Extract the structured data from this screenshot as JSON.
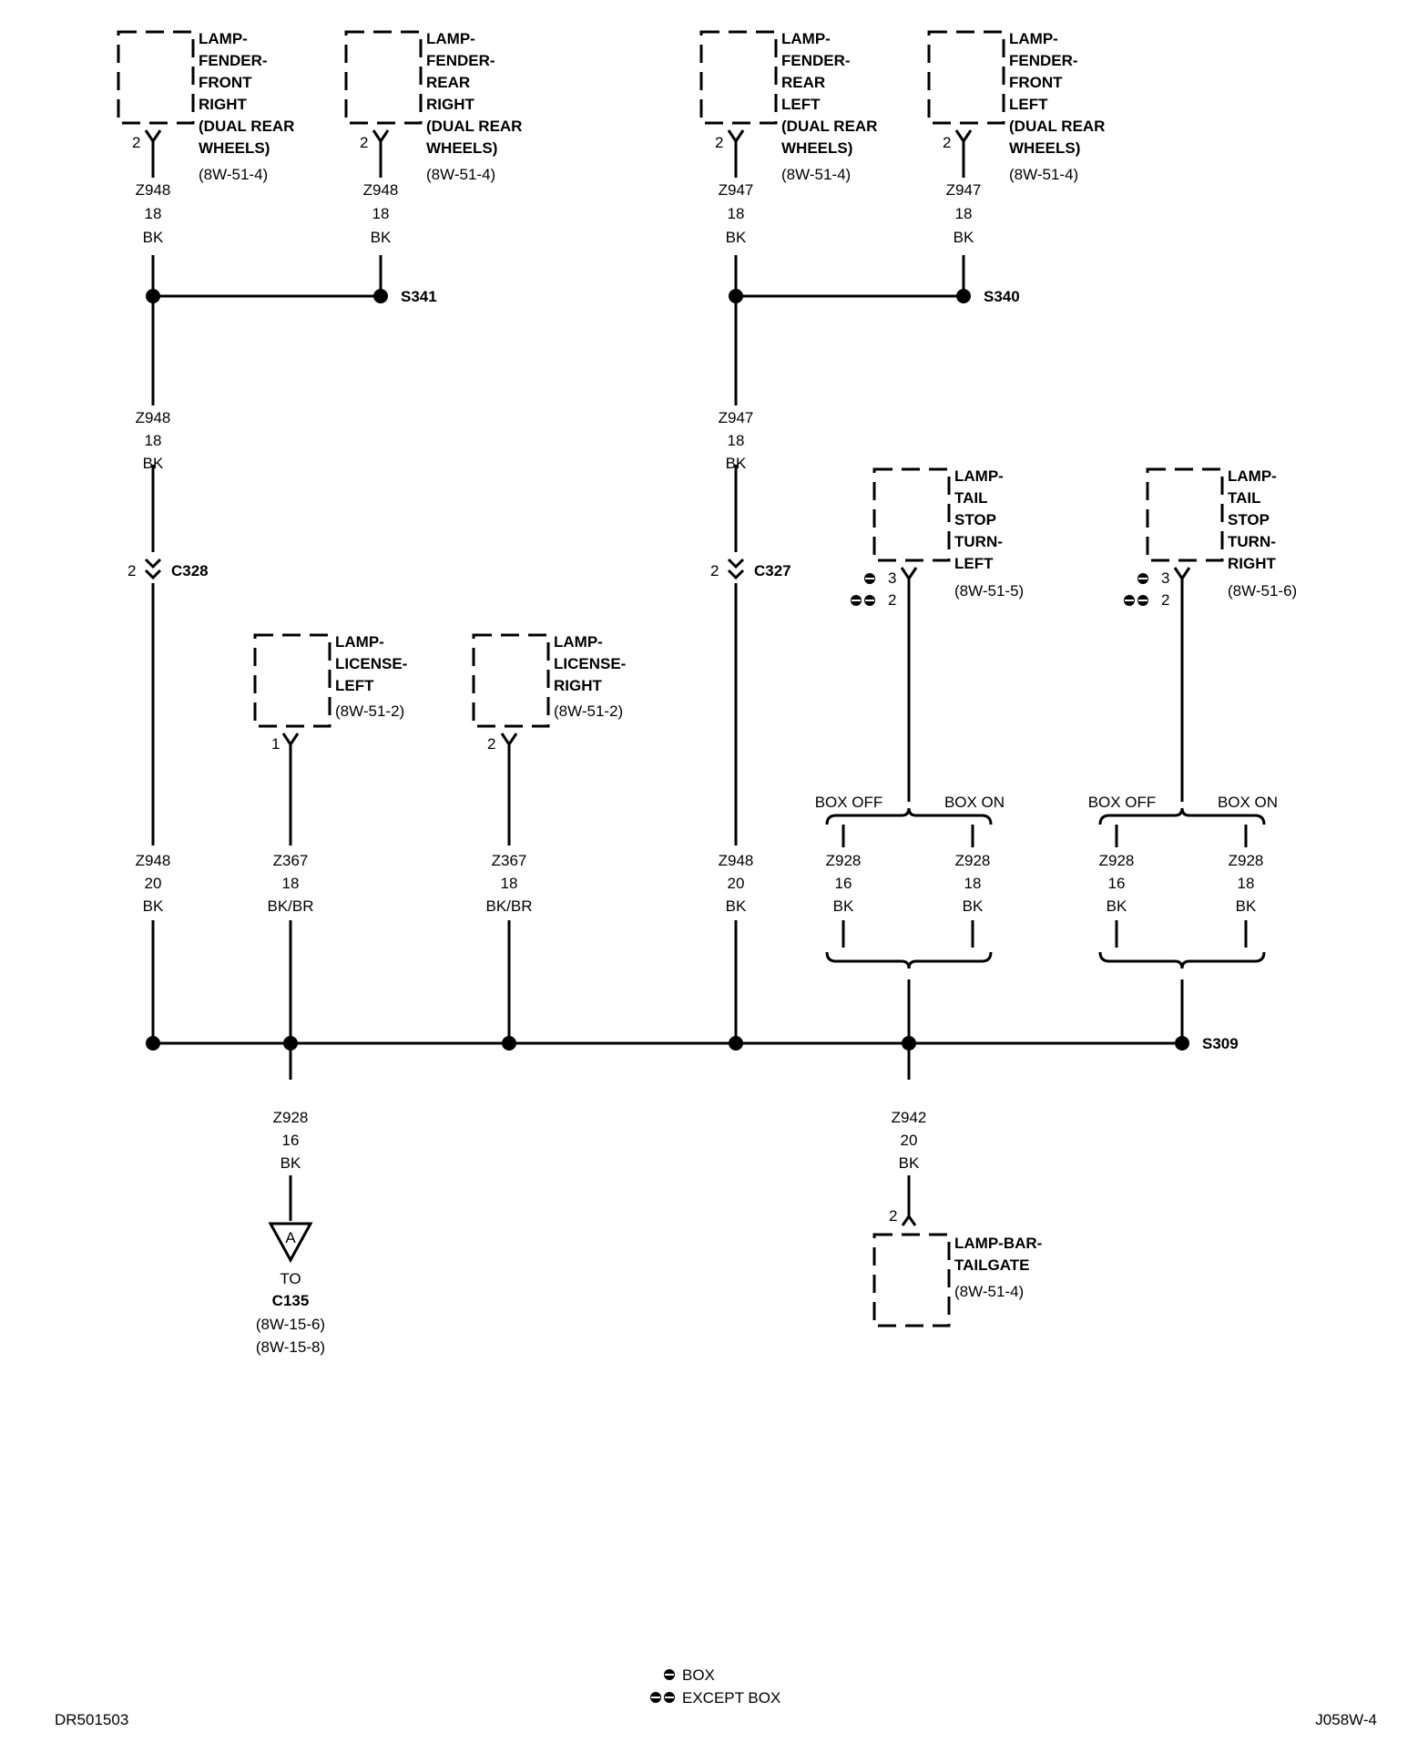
{
  "components": {
    "fender_front_right": [
      "LAMP-",
      "FENDER-",
      "FRONT",
      "RIGHT",
      "(DUAL REAR",
      "WHEELS)",
      "(8W-51-4)"
    ],
    "fender_rear_right": [
      "LAMP-",
      "FENDER-",
      "REAR",
      "RIGHT",
      "(DUAL REAR",
      "WHEELS)",
      "(8W-51-4)"
    ],
    "fender_rear_left": [
      "LAMP-",
      "FENDER-",
      "REAR",
      "LEFT",
      "(DUAL REAR",
      "WHEELS)",
      "(8W-51-4)"
    ],
    "fender_front_left": [
      "LAMP-",
      "FENDER-",
      "FRONT",
      "LEFT",
      "(DUAL REAR",
      "WHEELS)",
      "(8W-51-4)"
    ],
    "tail_left": [
      "LAMP-",
      "TAIL",
      "STOP",
      "TURN-",
      "LEFT",
      "(8W-51-5)"
    ],
    "tail_right": [
      "LAMP-",
      "TAIL",
      "STOP",
      "TURN-",
      "RIGHT",
      "(8W-51-6)"
    ],
    "license_left": [
      "LAMP-",
      "LICENSE-",
      "LEFT",
      "(8W-51-2)"
    ],
    "license_right": [
      "LAMP-",
      "LICENSE-",
      "RIGHT",
      "(8W-51-2)"
    ],
    "bar_tailgate": [
      "LAMP-BAR-",
      "TAILGATE",
      "(8W-51-4)"
    ]
  },
  "pins": {
    "fender_front_right": "2",
    "fender_rear_right": "2",
    "fender_rear_left": "2",
    "fender_front_left": "2",
    "license_left": "1",
    "license_right": "2",
    "tail_left_box": "3",
    "tail_left_except": "2",
    "tail_right_box": "3",
    "tail_right_except": "2",
    "bar_tailgate": "2",
    "c328": "2",
    "c327": "2"
  },
  "wires": {
    "w1": [
      "Z948",
      "18",
      "BK"
    ],
    "w2": [
      "Z948",
      "18",
      "BK"
    ],
    "w3": [
      "Z947",
      "18",
      "BK"
    ],
    "w4": [
      "Z947",
      "18",
      "BK"
    ],
    "w5": [
      "Z948",
      "18",
      "BK"
    ],
    "w6": [
      "Z947",
      "18",
      "BK"
    ],
    "w7": [
      "Z948",
      "20",
      "BK"
    ],
    "w8": [
      "Z367",
      "18",
      "BK/BR"
    ],
    "w9": [
      "Z367",
      "18",
      "BK/BR"
    ],
    "w10": [
      "Z948",
      "20",
      "BK"
    ],
    "w11": [
      "Z928",
      "16",
      "BK"
    ],
    "w12": [
      "Z928",
      "18",
      "BK"
    ],
    "w13": [
      "Z928",
      "16",
      "BK"
    ],
    "w14": [
      "Z928",
      "18",
      "BK"
    ],
    "w15": [
      "Z928",
      "16",
      "BK"
    ],
    "w16": [
      "Z942",
      "20",
      "BK"
    ]
  },
  "splices": {
    "s341": "S341",
    "s340": "S340",
    "s309": "S309"
  },
  "connectors": {
    "c328": "C328",
    "c327": "C327"
  },
  "options": {
    "box_off": "BOX OFF",
    "box_on": "BOX ON"
  },
  "offpage": {
    "letter": "A",
    "lines": [
      "TO",
      "C135",
      "(8W-15-6)",
      "(8W-15-8)"
    ]
  },
  "legend": {
    "box": "BOX",
    "except_box": "EXCEPT BOX"
  },
  "footer": {
    "left_code": "DR501503",
    "right_code": "J058W-4"
  }
}
